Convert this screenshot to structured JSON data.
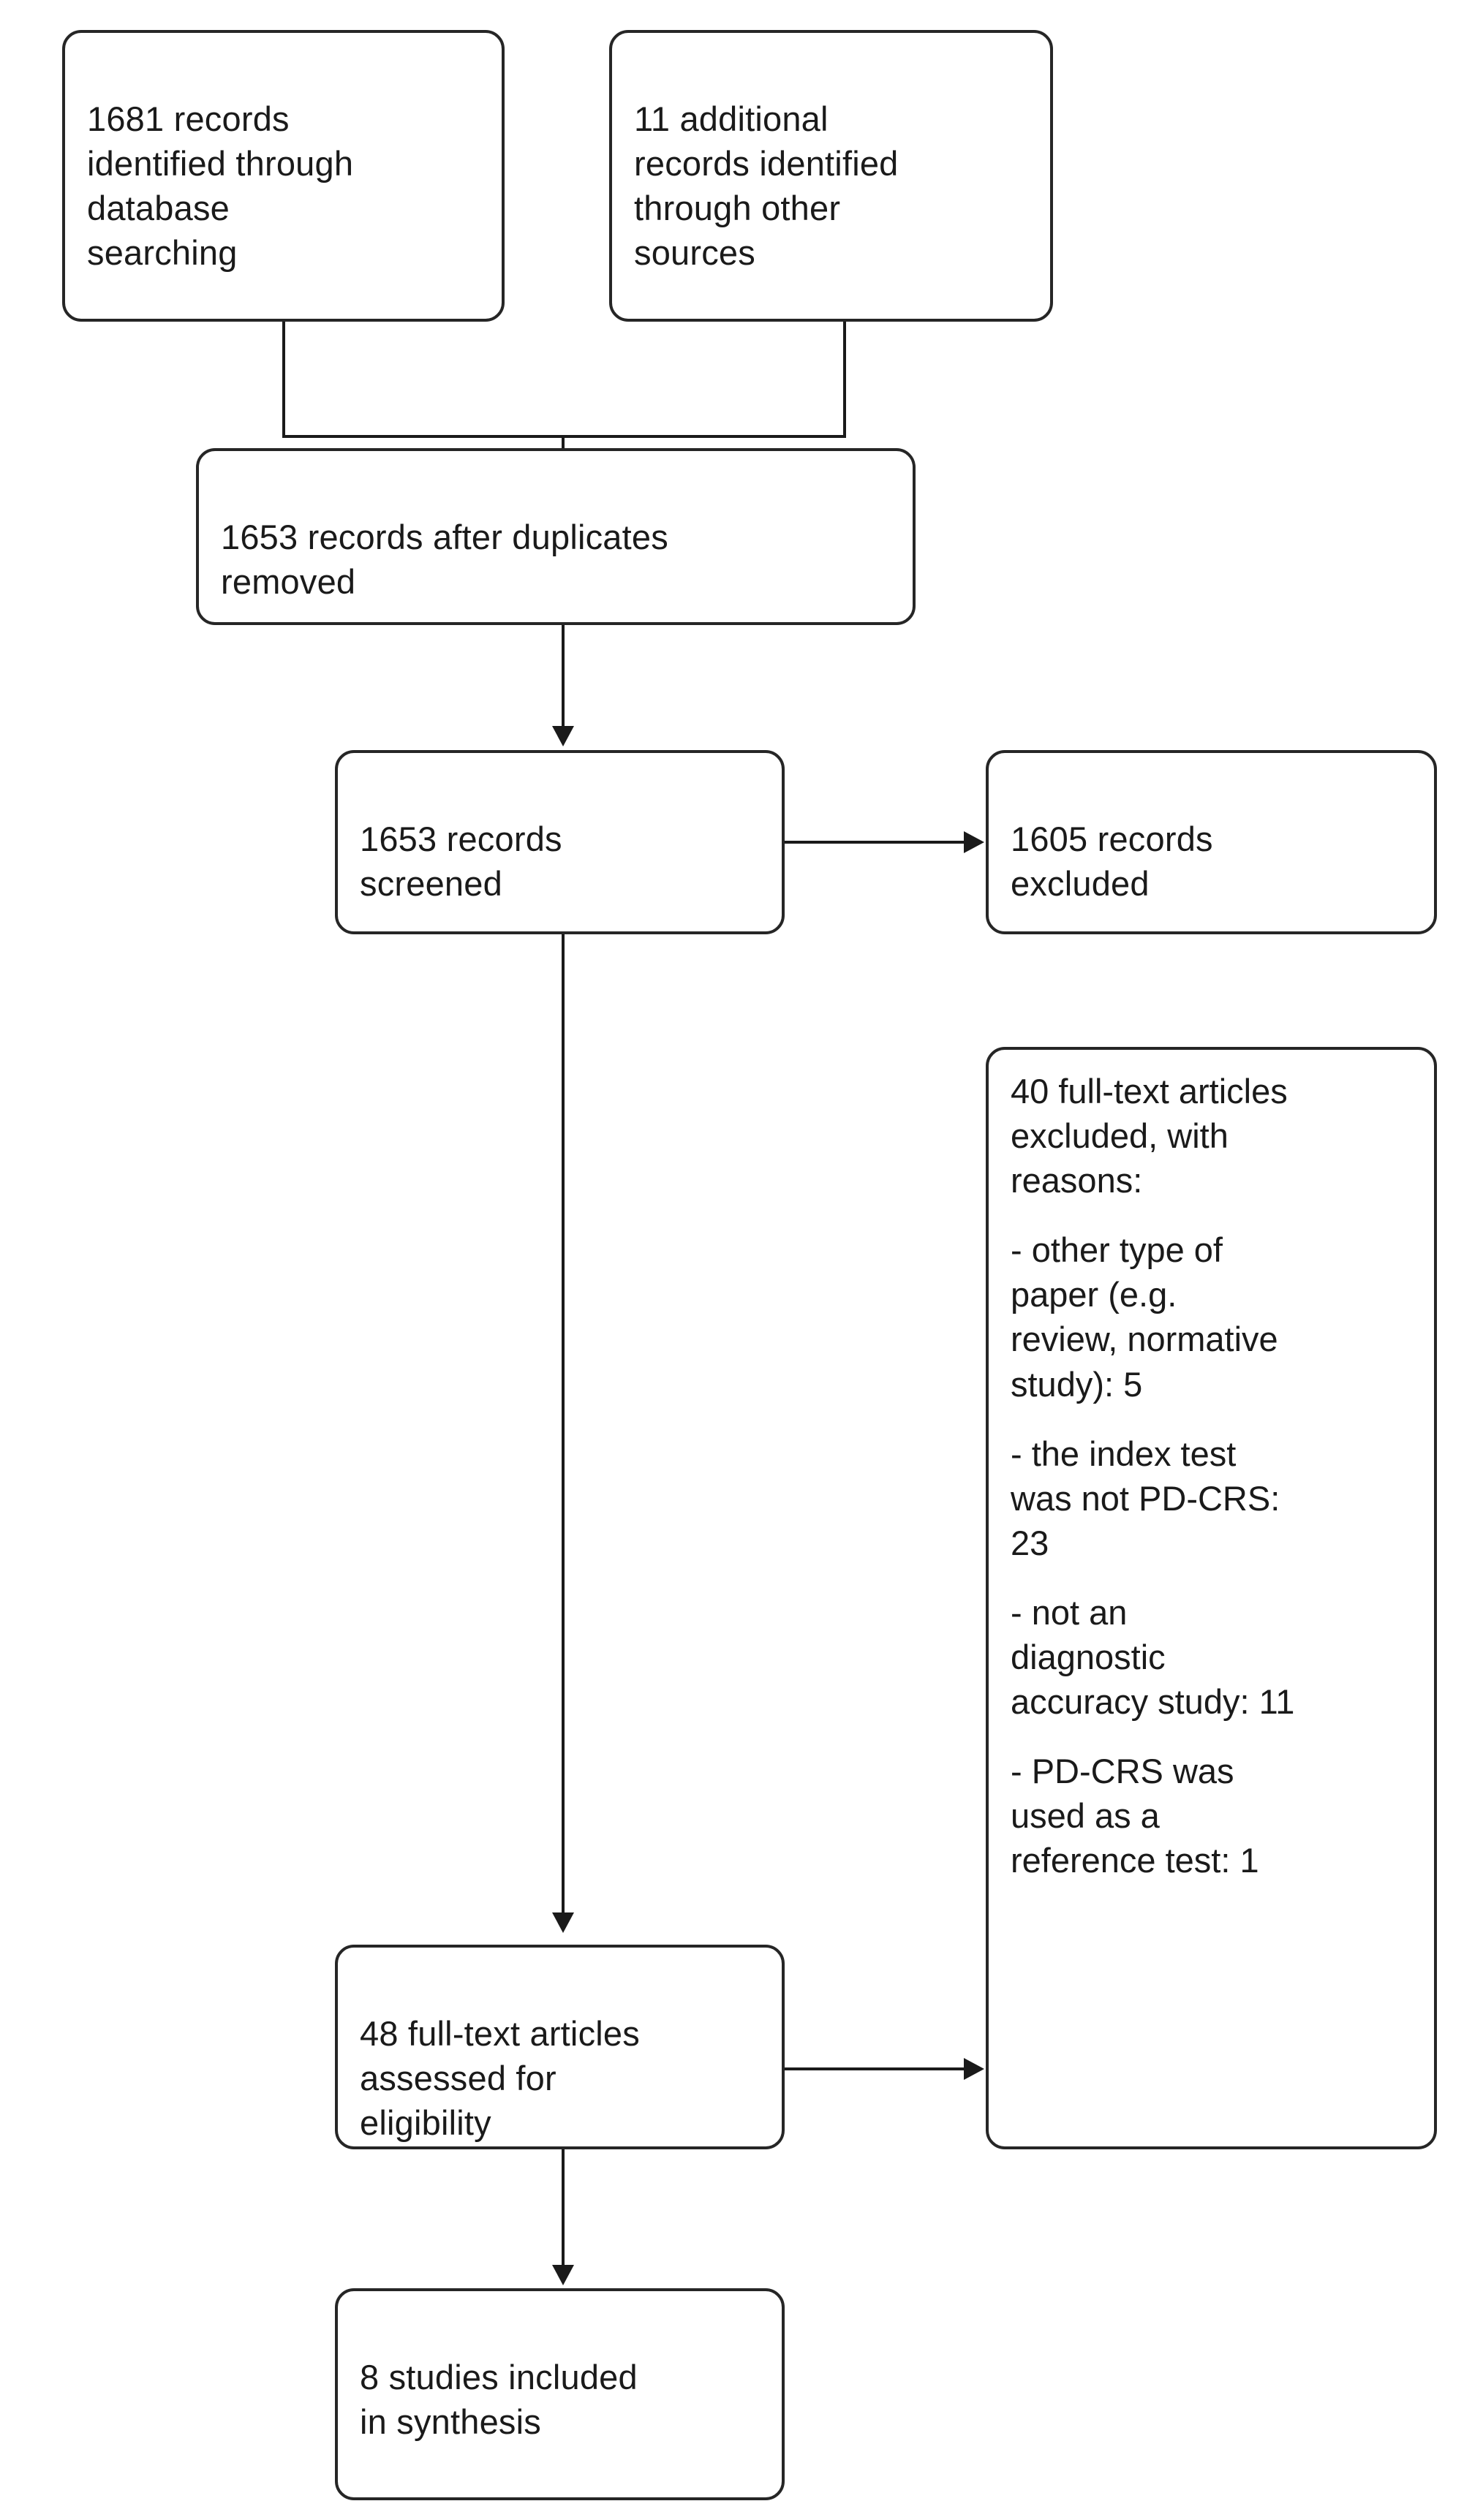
{
  "diagram": {
    "type": "prisma-flow-diagram",
    "colors": {
      "box_border": "#262626",
      "box_fill": "#ffffff",
      "connector": "#1a1a1a",
      "text": "#1a1a1a",
      "canvas": "#ffffff"
    },
    "nodes": {
      "identified_database": {
        "text": "1681 records\nidentified through\ndatabase\nsearching",
        "count": 1681
      },
      "identified_other": {
        "text": "11 additional\nrecords identified\nthrough other\nsources",
        "count": 11
      },
      "duplicates_removed": {
        "text": "1653 records after duplicates\nremoved",
        "count": 1653
      },
      "records_screened": {
        "text": "1653 records\nscreened",
        "count": 1653
      },
      "records_excluded": {
        "text": "1605 records\nexcluded",
        "count": 1605
      },
      "fulltext_assessed": {
        "text": "48 full-text articles\nassessed for\neligibility",
        "count": 48
      },
      "studies_included": {
        "text": "8 studies included\nin synthesis",
        "count": 8
      },
      "fulltext_excluded": {
        "heading": "40 full-text articles\nexcluded, with\nreasons:",
        "count": 40,
        "reasons": [
          {
            "text": "- other type of\npaper (e.g.\nreview, normative\nstudy): 5",
            "count": 5
          },
          {
            "text": "- the index test\nwas not PD-CRS:\n23",
            "count": 23
          },
          {
            "text": "- not an\ndiagnostic\naccuracy study: 11",
            "count": 11
          },
          {
            "text": "- PD-CRS was\nused as a\nreference test: 1",
            "count": 1
          }
        ]
      }
    }
  }
}
